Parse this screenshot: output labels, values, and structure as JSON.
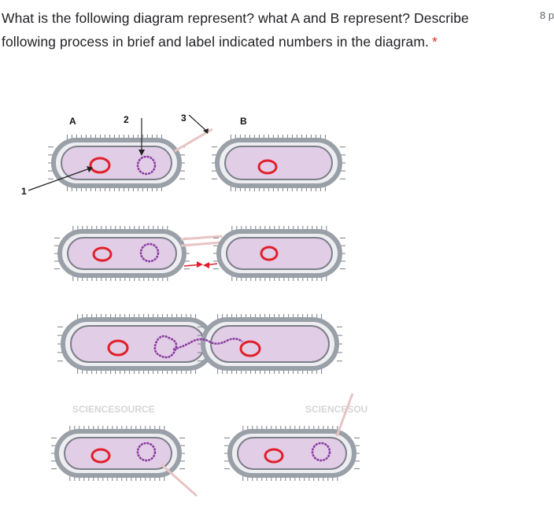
{
  "question": {
    "text": "What is the following diagram represent? what A and B represent? Describe following process in brief and label indicated numbers in the diagram.",
    "required_marker": "*",
    "points": "8 p"
  },
  "diagram": {
    "labels": {
      "a": "A",
      "b": "B",
      "n1": "1",
      "n2": "2",
      "n3": "3"
    },
    "watermarks": [
      "SCIENCESOURCE",
      "SCIENCESOU"
    ],
    "colors": {
      "cytoplasm": "#e2cde6",
      "wall": "#9aa0a8",
      "chromosome": "#e0202a",
      "plasmid": "#8a3aa0",
      "pilus": "#e8c4c4"
    }
  }
}
